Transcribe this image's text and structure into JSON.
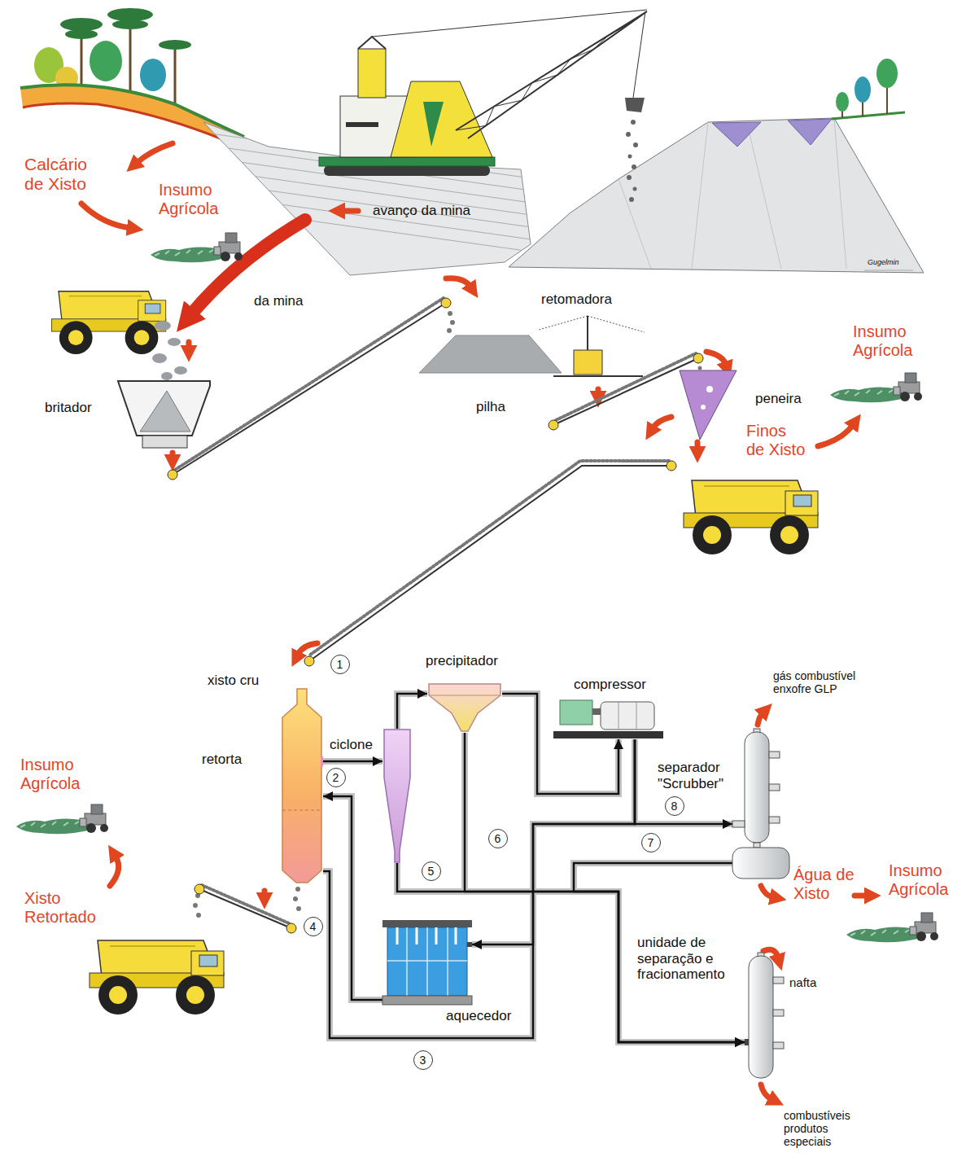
{
  "diagram": {
    "nodes": [
      {
        "text": [
          "retorta"
        ]
      },
      {
        "text": [
          "ciclone"
        ]
      },
      {
        "text": [
          "precipitador"
        ]
      },
      {
        "text": [
          "compressor"
        ]
      },
      {
        "text": [
          "separador \"Scrubber\""
        ]
      },
      {
        "text": [
          "aquecedor"
        ]
      },
      {
        "text": [
          "unidade de separação e fracionamento"
        ]
      }
    ],
    "edges": [
      {
        "from": 0,
        "to": 1,
        "arrow": "to"
      },
      {
        "from": 5,
        "to": 0,
        "arrow": "to"
      },
      {
        "from": 1,
        "to": 2,
        "arrow": "to"
      },
      {
        "from": 2,
        "to": 3,
        "arrow": "to"
      },
      {
        "from": 3,
        "to": 4,
        "arrow": "to"
      },
      {
        "from": 3,
        "to": 5,
        "arrow": "to"
      },
      {
        "from": 3,
        "to": 0,
        "arrow": "none"
      },
      {
        "from": 1,
        "to": 6,
        "arrow": "to"
      },
      {
        "from": 2,
        "to": 6,
        "arrow": "to"
      },
      {
        "from": 4,
        "to": 6,
        "arrow": "to"
      }
    ],
    "labels": [
      "Calcário de Xisto",
      "Insumo Agrícola",
      "avanço da mina",
      "Gugelmin",
      "da mina",
      "britador",
      "retomadora",
      "pilha",
      "peneira",
      "Insumo Agrícola",
      "Finos de Xisto",
      "1",
      "xisto cru",
      "Insumo Agrícola",
      "2",
      "Xisto Retortado",
      "6",
      "5",
      "8",
      "7",
      "gás combustível enxofre GLP",
      "Água de Xisto",
      "Insumo Agrícola",
      "4",
      "3",
      "nafta",
      "combustíveis produtos especiais"
    ]
  }
}
